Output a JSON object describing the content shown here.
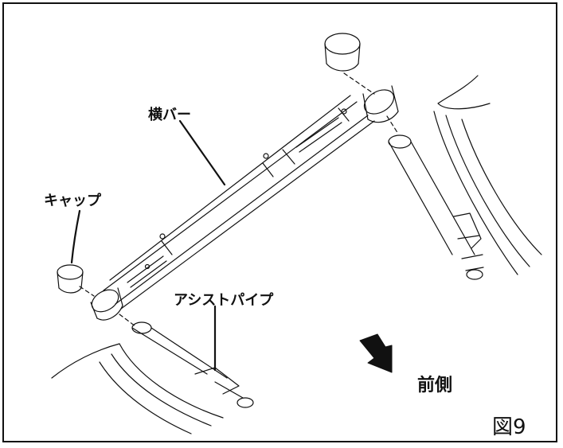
{
  "labels": {
    "cross_bar": "横バー",
    "cap": "キャップ",
    "assist_pipe": "アシストパイプ",
    "front": "前側",
    "figure": "図9"
  },
  "colors": {
    "line": "#111111",
    "background": "#ffffff"
  }
}
